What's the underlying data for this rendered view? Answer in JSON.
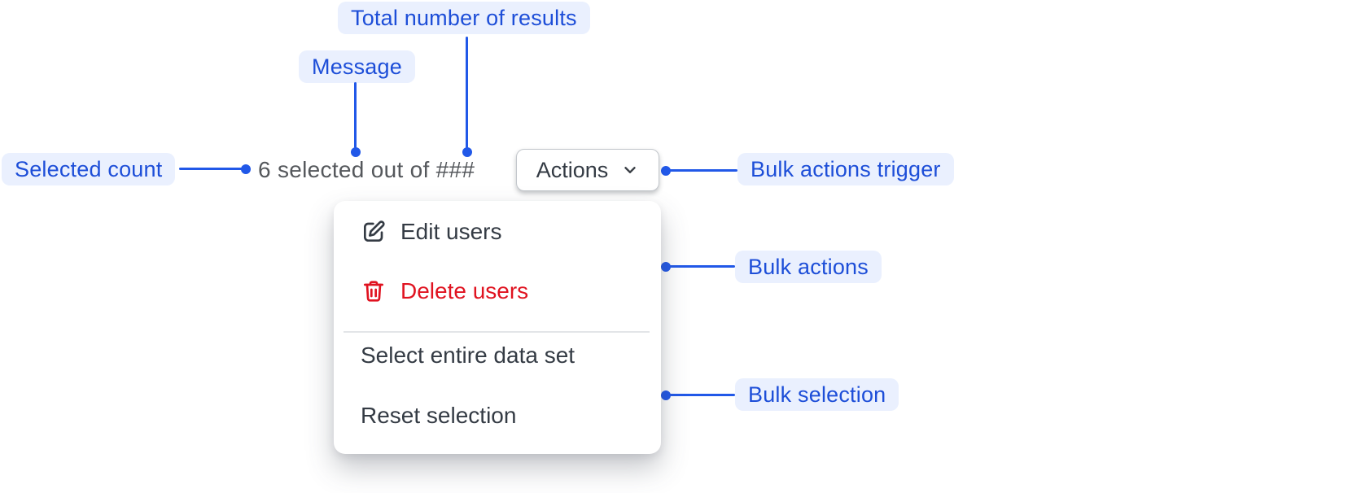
{
  "colors": {
    "accent_text": "#1d4ed8",
    "line_blue": "#2158e8",
    "pill_bg": "#eaf0fe",
    "message_gray": "#55585c",
    "menu_text": "#343b44",
    "danger_red": "#e01320",
    "divider_gray": "#e3e5e8",
    "button_border": "#c3c7cc"
  },
  "annotations": {
    "total_results": {
      "label": "Total number of results"
    },
    "message": {
      "label": "Message"
    },
    "selected_count": {
      "label": "Selected count"
    },
    "bulk_actions_trigger": {
      "label": "Bulk actions trigger"
    },
    "bulk_actions": {
      "label": "Bulk actions"
    },
    "bulk_selection": {
      "label": "Bulk selection"
    }
  },
  "bulk_bar": {
    "selected_count": "6",
    "total_placeholder": "###",
    "message": "6 selected out of ###",
    "actions_button": {
      "label": "Actions",
      "icon": "chevron-down-icon"
    }
  },
  "menu": {
    "items": [
      {
        "label": "Edit users",
        "icon": "edit-icon",
        "danger": false
      },
      {
        "label": "Delete users",
        "icon": "trash-icon",
        "danger": true
      },
      {
        "divider": true
      },
      {
        "label": "Select entire data set",
        "icon": null,
        "danger": false
      },
      {
        "label": "Reset selection",
        "icon": null,
        "danger": false
      }
    ]
  }
}
